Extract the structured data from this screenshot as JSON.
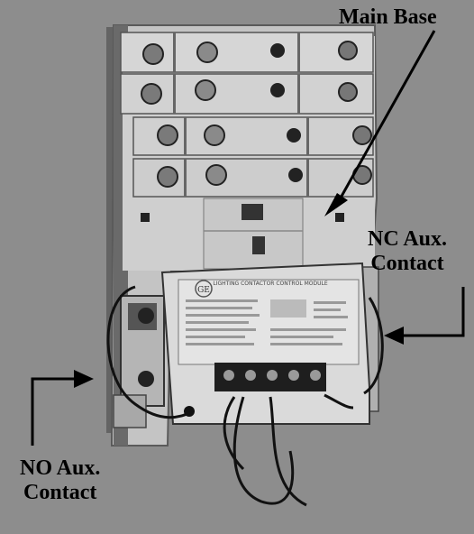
{
  "labels": {
    "main_base": "Main Base",
    "nc_line1": "NC Aux.",
    "nc_line2": "Contact",
    "no_line1": "NO Aux.",
    "no_line2": "Contact"
  },
  "module_face": {
    "brand_mark": "GE",
    "header": "LIGHTING CONTACTOR CONTROL MODULE"
  },
  "colors": {
    "background": "#8c8c8c",
    "base": "#c9c9c9",
    "module": "#dcdcdc",
    "label_text": "#000000"
  }
}
